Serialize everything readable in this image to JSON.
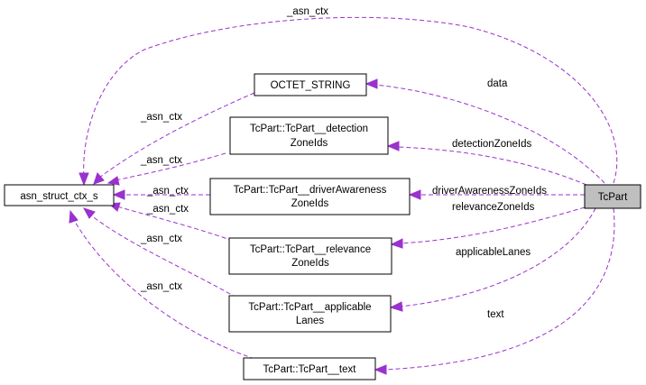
{
  "diagram": {
    "nodes": {
      "asn_struct": [
        "asn_struct_ctx_s"
      ],
      "octet": [
        "OCTET_STRING"
      ],
      "detection": [
        "TcPart::TcPart__detection",
        "ZoneIds"
      ],
      "driver": [
        "TcPart::TcPart__driverAwareness",
        "ZoneIds"
      ],
      "relevance": [
        "TcPart::TcPart__relevance",
        "ZoneIds"
      ],
      "applicable": [
        "TcPart::TcPart__applicable",
        "Lanes"
      ],
      "text": [
        "TcPart::TcPart__text"
      ],
      "tcpart": [
        "TcPart"
      ]
    },
    "edge_labels": {
      "asn_ctx_top": "_asn_ctx",
      "asn_ctx_octet": "_asn_ctx",
      "asn_ctx_detection": "_asn_ctx",
      "asn_ctx_driver": "_asn_ctx",
      "asn_ctx_relevance_a": "_asn_ctx",
      "asn_ctx_relevance_b": "_asn_ctx",
      "asn_ctx_applicable": "_asn_ctx",
      "data": "data",
      "detection": "detectionZoneIds",
      "driver": "driverAwarenessZoneIds",
      "relevance": "relevanceZoneIds",
      "applicable": "applicableLanes",
      "text": "text"
    },
    "colors": {
      "edge": "#9a32cd",
      "highlight": "#bfbfbf"
    }
  }
}
